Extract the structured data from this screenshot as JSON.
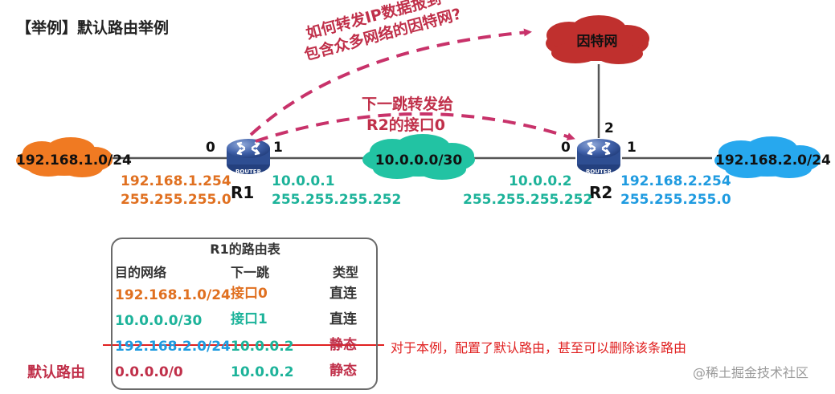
{
  "title": "【举例】默认路由举例",
  "question_annotation": {
    "line1": "如何转发IP数据报到",
    "line2": "包含众多网络的因特网?"
  },
  "nexthop_annotation": {
    "line1": "下一跳转发给",
    "line2": "R2的接口0"
  },
  "clouds": {
    "left": "192.168.1.0/24",
    "middle": "10.0.0.0/30",
    "right": "192.168.2.0/24",
    "internet": "因特网"
  },
  "routers": {
    "r1": {
      "name": "R1",
      "icon_label": "ROUTER",
      "port_left": "0",
      "port_right": "1"
    },
    "r2": {
      "name": "R2",
      "icon_label": "ROUTER",
      "port_left": "0",
      "port_right": "1",
      "port_top": "2"
    }
  },
  "interfaces": {
    "r1_if0": {
      "ip": "192.168.1.254",
      "mask": "255.255.255.0"
    },
    "r1_if1": {
      "ip": "10.0.0.1",
      "mask": "255.255.255.252"
    },
    "r2_if0": {
      "ip": "10.0.0.2",
      "mask": "255.255.255.252"
    },
    "r2_if1": {
      "ip": "192.168.2.254",
      "mask": "255.255.255.0"
    }
  },
  "routing_table": {
    "title": "R1的路由表",
    "headers": [
      "目的网络",
      "下一跳",
      "类型"
    ],
    "rows": [
      {
        "dest": "192.168.1.0/24",
        "next": "接口0",
        "type": "直连"
      },
      {
        "dest": "10.0.0.0/30",
        "next": "接口1",
        "type": "直连"
      },
      {
        "dest": "192.168.2.0/24",
        "next": "10.0.0.2",
        "type": "静态"
      },
      {
        "dest": "0.0.0.0/0",
        "next": "10.0.0.2",
        "type": "静态"
      }
    ]
  },
  "default_route_label": "默认路由",
  "delete_note": "对于本例，配置了默认路由，甚至可以删除该条路由",
  "watermark": "@稀土掘金技术社区",
  "colors": {
    "orange": "#E07020",
    "teal": "#1DB39A",
    "blue": "#1F9BE0",
    "cloud_orange": "#F07A22",
    "cloud_teal": "#22C3A3",
    "cloud_blue": "#27A8EE",
    "cloud_red": "#C0302E",
    "annotation": "#C8326A",
    "strike": "#E02020"
  }
}
